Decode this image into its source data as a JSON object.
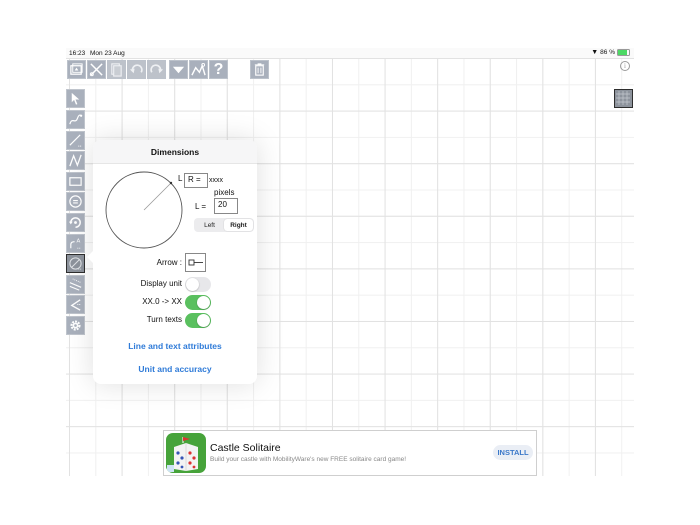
{
  "status_bar": {
    "time": "16:23",
    "date": "Mon 23 Aug",
    "battery_percent": "86 %",
    "icons": [
      "wifi-icon",
      "battery-charging-icon"
    ]
  },
  "toolbar": {
    "buttons": [
      {
        "name": "import-image-button",
        "icon": "photo-import-icon"
      },
      {
        "name": "cut-button",
        "icon": "scissors-icon"
      },
      {
        "name": "copy-button",
        "icon": "copy-icon",
        "disabled": true
      },
      {
        "name": "undo-button",
        "icon": "undo-icon",
        "disabled": true
      },
      {
        "name": "redo-button",
        "icon": "redo-icon",
        "disabled": true
      },
      {
        "name": "dropdown-button",
        "icon": "triangle-down-icon"
      },
      {
        "name": "chart-button",
        "icon": "mountain-chart-icon"
      },
      {
        "name": "help-button",
        "icon": "question-icon",
        "label": "?"
      },
      {
        "name": "delete-button",
        "icon": "trash-icon"
      }
    ]
  },
  "sidebar": {
    "tools": [
      {
        "name": "select-tool",
        "icon": "pointer-arrow-icon"
      },
      {
        "name": "freehand-tool",
        "icon": "curve-icon"
      },
      {
        "name": "line-tool",
        "icon": "line-icon"
      },
      {
        "name": "polyline-tool",
        "icon": "zigzag-icon"
      },
      {
        "name": "rectangle-tool",
        "icon": "rectangle-icon"
      },
      {
        "name": "circle-tool",
        "icon": "circle-equals-icon"
      },
      {
        "name": "arc-tool",
        "icon": "arc-rotate-icon"
      },
      {
        "name": "angle-text-tool",
        "icon": "angle-label-icon"
      },
      {
        "name": "dimension-tool",
        "icon": "circle-radius-icon",
        "active": true
      },
      {
        "name": "parallel-lines-tool",
        "icon": "parallel-lines-icon"
      },
      {
        "name": "angle-tool",
        "icon": "angle-icon"
      },
      {
        "name": "settings-tool",
        "icon": "gear-icon"
      }
    ]
  },
  "right_controls": {
    "info_label": "i",
    "grid_toggle_icon": "grid-icon"
  },
  "dimensions_popover": {
    "title": "Dimensions",
    "l_marker": "L",
    "r_label": "R =",
    "r_value": "xxxx",
    "unit_label": "pixels",
    "l_label": "L =",
    "l_value": "20",
    "side_options": [
      "Left",
      "Right"
    ],
    "side_selected": "Right",
    "arrow_label": "Arrow :",
    "toggles": [
      {
        "label": "Display unit",
        "on": false
      },
      {
        "label": "XX.0 -> XX",
        "on": true
      },
      {
        "label": "Turn texts",
        "on": true
      }
    ],
    "links": [
      "Line and text attributes",
      "Unit and accuracy"
    ],
    "accent_color": "#2f7bd8",
    "toggle_on_color": "#5ac05f"
  },
  "ad_banner": {
    "title": "Castle Solitaire",
    "description": "Build your castle with MobilityWare's new FREE solitaire card game!",
    "button_label": "INSTALL"
  }
}
